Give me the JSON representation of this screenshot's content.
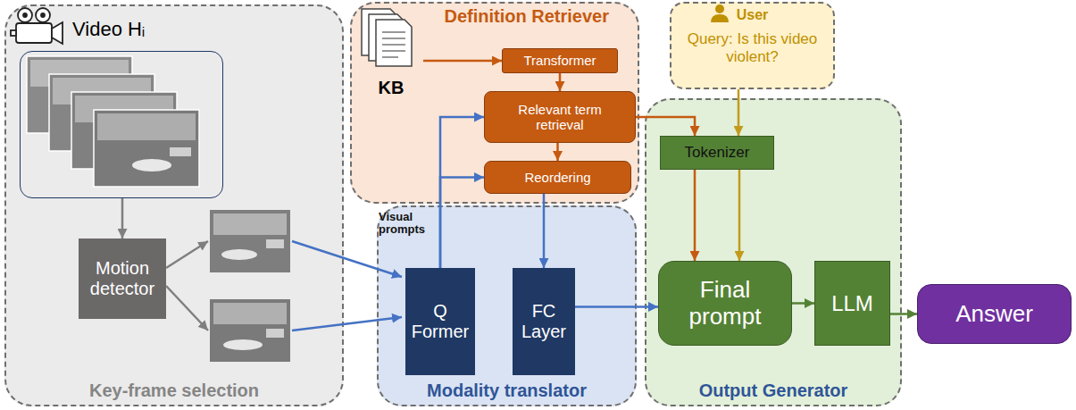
{
  "diagram": {
    "nodes": [
      {
        "text": [
          "Key-frame selection"
        ]
      },
      {
        "text": [
          "Video Hᵢ"
        ],
        "in": 0
      },
      {
        "text": [
          "Motion detector"
        ],
        "in": 0
      },
      {
        "text": [
          "Definition Retriever"
        ]
      },
      {
        "text": [
          "KB"
        ],
        "in": 3
      },
      {
        "text": [
          "Transformer"
        ],
        "in": 3
      },
      {
        "text": [
          "Relevant term retrieval"
        ],
        "in": 3
      },
      {
        "text": [
          "Reordering"
        ],
        "in": 3
      },
      {
        "text": [
          "User",
          "Query: Is this video violent?"
        ]
      },
      {
        "text": [
          "Modality translator"
        ]
      },
      {
        "text": [
          "Q Former"
        ],
        "in": 9
      },
      {
        "text": [
          "FC Layer"
        ],
        "in": 9
      },
      {
        "text": [
          "Output Generator"
        ]
      },
      {
        "text": [
          "Tokenizer"
        ],
        "in": 12
      },
      {
        "text": [
          "Final prompt"
        ],
        "in": 12
      },
      {
        "text": [
          "LLM"
        ],
        "in": 12
      },
      {
        "text": [
          "Answer"
        ]
      }
    ],
    "edges": [
      {
        "from": 4,
        "to": 5,
        "arrow": "to"
      },
      {
        "from": 5,
        "to": 6,
        "arrow": "to"
      },
      {
        "from": 6,
        "to": 7,
        "arrow": "to"
      },
      {
        "from": 1,
        "to": 2,
        "arrow": "to"
      },
      {
        "from": 10,
        "to": 6,
        "arrow": "to"
      },
      {
        "from": 10,
        "to": 7,
        "arrow": "to"
      },
      {
        "from": 7,
        "to": 11,
        "arrow": "to"
      },
      {
        "from": 11,
        "to": 14,
        "arrow": "to"
      },
      {
        "from": 6,
        "to": 13,
        "arrow": "to"
      },
      {
        "from": 8,
        "to": 13,
        "arrow": "to"
      },
      {
        "from": 13,
        "to": 14,
        "arrow": "to"
      },
      {
        "from": 13,
        "to": 14,
        "arrow": "to"
      },
      {
        "from": 14,
        "to": 15,
        "arrow": "to"
      },
      {
        "from": 15,
        "to": 16,
        "arrow": "to"
      }
    ],
    "labels": [
      "Visual prompts"
    ]
  }
}
